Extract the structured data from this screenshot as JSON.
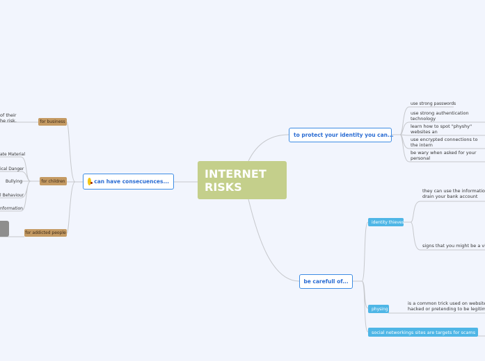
{
  "central": {
    "title": "INTERNET RISKS"
  },
  "left": {
    "topic": "can have consecuences...",
    "topic_icon": "surprised-face-icon",
    "tags": [
      "for business",
      "for children",
      "for addicted people"
    ],
    "business_text": [
      "of their",
      "he risk."
    ],
    "children_items": [
      "ate Material",
      "ical Danger",
      "Bullying",
      "l Behaviour",
      "nformation"
    ]
  },
  "right_top": {
    "topic": "to protect your identity you can...",
    "items": [
      "use strong passwords",
      "use strong authentication technology",
      "learn how to spot \"physhy\" websites an",
      "use encrypted connections to the intern",
      "be wary when asked for your personal"
    ]
  },
  "right_bottom": {
    "topic": "be carefull of...",
    "identity": {
      "label": "identity thieves",
      "items": [
        "they can use the informatio",
        "drain your bank account",
        "signs that you might be a vi"
      ]
    },
    "physing": {
      "label": "physing",
      "text": [
        "is a common trick used on website",
        "hacked or pretending to be legitim"
      ]
    },
    "social": "social networkings sites are targets for scams"
  },
  "colors": {
    "central": "#c4cf8b",
    "topic_border": "#3d8ce4",
    "tag": "#c49a63",
    "subtopic": "#4fb6e6",
    "background": "#f2f5fd"
  }
}
